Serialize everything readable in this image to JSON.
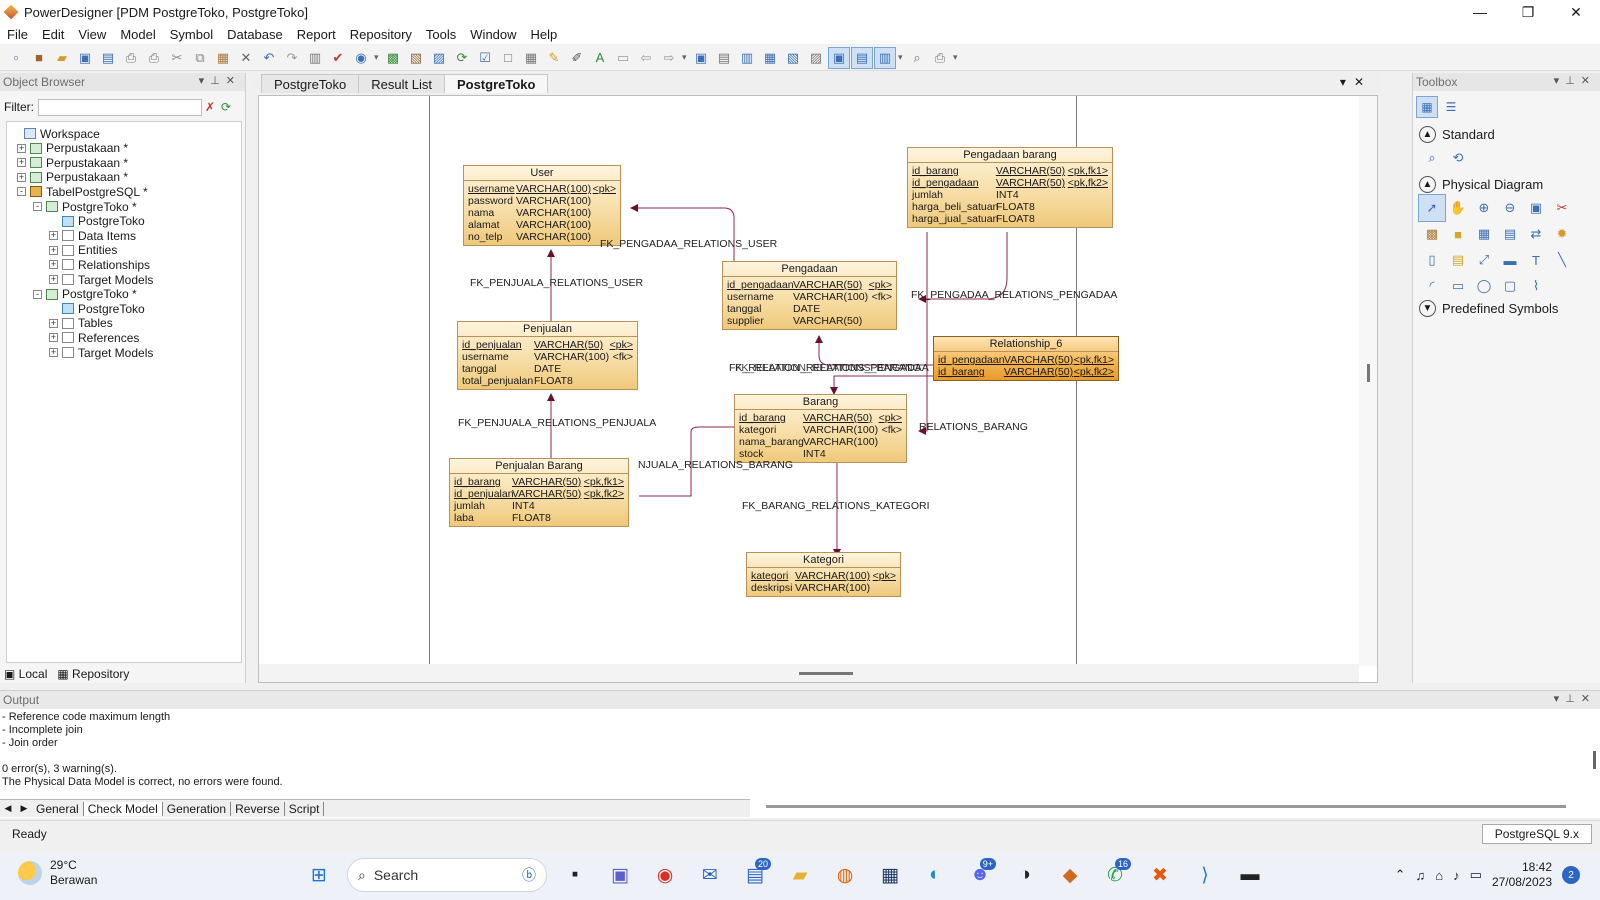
{
  "window": {
    "title": "PowerDesigner [PDM PostgreToko, PostgreToko]",
    "buttons": [
      "—",
      "❐",
      "✕"
    ]
  },
  "menu": [
    "File",
    "Edit",
    "View",
    "Model",
    "Symbol",
    "Database",
    "Report",
    "Repository",
    "Tools",
    "Window",
    "Help"
  ],
  "object_browser": {
    "title": "Object Browser",
    "filter_label": "Filter:",
    "filter_value": "",
    "tree": [
      {
        "label": "Workspace",
        "level": 0,
        "exp": "",
        "icon": "ws"
      },
      {
        "label": "Perpustakaan *",
        "level": 1,
        "exp": "+",
        "icon": "model"
      },
      {
        "label": "Perpustakaan *",
        "level": 1,
        "exp": "+",
        "icon": "model"
      },
      {
        "label": "Perpustakaan *",
        "level": 1,
        "exp": "+",
        "icon": "model"
      },
      {
        "label": "TabelPostgreSQL *",
        "level": 1,
        "exp": "-",
        "icon": "db"
      },
      {
        "label": "PostgreToko *",
        "level": 2,
        "exp": "-",
        "icon": "model"
      },
      {
        "label": "PostgreToko",
        "level": 3,
        "exp": "",
        "icon": "diag"
      },
      {
        "label": "Data Items",
        "level": 3,
        "exp": "+",
        "icon": "folder"
      },
      {
        "label": "Entities",
        "level": 3,
        "exp": "+",
        "icon": "folder"
      },
      {
        "label": "Relationships",
        "level": 3,
        "exp": "+",
        "icon": "folder"
      },
      {
        "label": "Target Models",
        "level": 3,
        "exp": "+",
        "icon": "folder"
      },
      {
        "label": "PostgreToko *",
        "level": 2,
        "exp": "-",
        "icon": "model"
      },
      {
        "label": "PostgreToko",
        "level": 3,
        "exp": "",
        "icon": "diag"
      },
      {
        "label": "Tables",
        "level": 3,
        "exp": "+",
        "icon": "folder"
      },
      {
        "label": "References",
        "level": 3,
        "exp": "+",
        "icon": "folder"
      },
      {
        "label": "Target Models",
        "level": 3,
        "exp": "+",
        "icon": "folder"
      }
    ],
    "bottom_tabs": [
      "Local",
      "Repository"
    ]
  },
  "doc_tabs": [
    {
      "label": "PostgreToko",
      "active": false
    },
    {
      "label": "Result List",
      "active": false
    },
    {
      "label": "PostgreToko",
      "active": true
    }
  ],
  "diagram": {
    "tables": [
      {
        "id": "user",
        "name": "User",
        "selected": false,
        "columns": [
          {
            "n": "username",
            "t": "VARCHAR(100)",
            "k": "<pk>",
            "u": true
          },
          {
            "n": "password",
            "t": "VARCHAR(100)",
            "k": "",
            "u": false
          },
          {
            "n": "nama",
            "t": "VARCHAR(100)",
            "k": "",
            "u": false
          },
          {
            "n": "alamat",
            "t": "VARCHAR(100)",
            "k": "",
            "u": false
          },
          {
            "n": "no_telp",
            "t": "VARCHAR(100)",
            "k": "",
            "u": false
          }
        ]
      },
      {
        "id": "pengadaan_barang",
        "name": "Pengadaan barang",
        "selected": false,
        "columns": [
          {
            "n": "id_barang",
            "t": "VARCHAR(50)",
            "k": "<pk,fk1>",
            "u": true
          },
          {
            "n": "id_pengadaan",
            "t": "VARCHAR(50)",
            "k": "<pk,fk2>",
            "u": true
          },
          {
            "n": "jumlah",
            "t": "INT4",
            "k": "",
            "u": false
          },
          {
            "n": "harga_beli_satuan",
            "t": "FLOAT8",
            "k": "",
            "u": false
          },
          {
            "n": "harga_jual_satuan",
            "t": "FLOAT8",
            "k": "",
            "u": false
          }
        ]
      },
      {
        "id": "pengadaan",
        "name": "Pengadaan",
        "selected": false,
        "columns": [
          {
            "n": "id_pengadaan",
            "t": "VARCHAR(50)",
            "k": "<pk>",
            "u": true
          },
          {
            "n": "username",
            "t": "VARCHAR(100)",
            "k": "<fk>",
            "u": false
          },
          {
            "n": "tanggal",
            "t": "DATE",
            "k": "",
            "u": false
          },
          {
            "n": "supplier",
            "t": "VARCHAR(50)",
            "k": "",
            "u": false
          }
        ]
      },
      {
        "id": "penjualan",
        "name": "Penjualan",
        "selected": false,
        "columns": [
          {
            "n": "id_penjualan",
            "t": "VARCHAR(50)",
            "k": "<pk>",
            "u": true
          },
          {
            "n": "username",
            "t": "VARCHAR(100)",
            "k": "<fk>",
            "u": false
          },
          {
            "n": "tanggal",
            "t": "DATE",
            "k": "",
            "u": false
          },
          {
            "n": "total_penjualan",
            "t": "FLOAT8",
            "k": "",
            "u": false
          }
        ]
      },
      {
        "id": "relationship_6",
        "name": "Relationship_6",
        "selected": true,
        "columns": [
          {
            "n": "id_pengadaan",
            "t": "VARCHAR(50)",
            "k": "<pk,fk1>",
            "u": true
          },
          {
            "n": "id_barang",
            "t": "VARCHAR(50)",
            "k": "<pk,fk2>",
            "u": true
          }
        ]
      },
      {
        "id": "barang",
        "name": "Barang",
        "selected": false,
        "columns": [
          {
            "n": "id_barang",
            "t": "VARCHAR(50)",
            "k": "<pk>",
            "u": true
          },
          {
            "n": "kategori",
            "t": "VARCHAR(100)",
            "k": "<fk>",
            "u": false
          },
          {
            "n": "nama_barang",
            "t": "VARCHAR(100)",
            "k": "",
            "u": false
          },
          {
            "n": "stock",
            "t": "INT4",
            "k": "",
            "u": false
          }
        ]
      },
      {
        "id": "penjualan_barang",
        "name": "Penjualan Barang",
        "selected": false,
        "columns": [
          {
            "n": "id_barang",
            "t": "VARCHAR(50)",
            "k": "<pk,fk1>",
            "u": true
          },
          {
            "n": "id_penjualan",
            "t": "VARCHAR(50)",
            "k": "<pk,fk2>",
            "u": true
          },
          {
            "n": "jumlah",
            "t": "INT4",
            "k": "",
            "u": false
          },
          {
            "n": "laba",
            "t": "FLOAT8",
            "k": "",
            "u": false
          }
        ]
      },
      {
        "id": "kategori",
        "name": "Kategori",
        "selected": false,
        "columns": [
          {
            "n": "kategori",
            "t": "VARCHAR(100)",
            "k": "<pk>",
            "u": true
          },
          {
            "n": "deskripsi",
            "t": "VARCHAR(100)",
            "k": "",
            "u": false
          }
        ]
      }
    ],
    "relation_labels": [
      "FK_PENGADAA_RELATIONS_USER",
      "FK_PENJUALA_RELATIONS_USER",
      "FK_PENGADAA_RELATIONS_PENGADAA",
      "FK_RELATION_RELATIONS_PENGADAA",
      "FK_RELATION_RELATIONS_BARANG",
      "RELATIONS_BARANG",
      "FK_PENJUALA_RELATIONS_PENJUALA",
      "NJUALA_RELATIONS_BARANG",
      "FK_BARANG_RELATIONS_KATEGORI"
    ]
  },
  "toolbox": {
    "title": "Toolbox",
    "sections": [
      "Standard",
      "Physical Diagram",
      "Predefined Symbols"
    ]
  },
  "output": {
    "title": "Output",
    "lines": [
      "-    Reference code maximum length",
      "-    Incomplete join",
      "-    Join order",
      "",
      "0 error(s), 3 warning(s).",
      "The Physical Data Model is correct, no errors were found."
    ],
    "tabs": [
      "General",
      "Check Model",
      "Generation",
      "Reverse",
      "Script"
    ],
    "active_tab": "Check Model"
  },
  "status": {
    "text": "Ready",
    "dbms": "PostgreSQL 9.x"
  },
  "taskbar": {
    "weather_temp": "29°C",
    "weather_desc": "Berawan",
    "search_label": "Search",
    "badges": {
      "mail": "20",
      "discord": "9+",
      "whatsapp": "16"
    },
    "time": "18:42",
    "date": "27/08/2023",
    "notifications": "2"
  }
}
